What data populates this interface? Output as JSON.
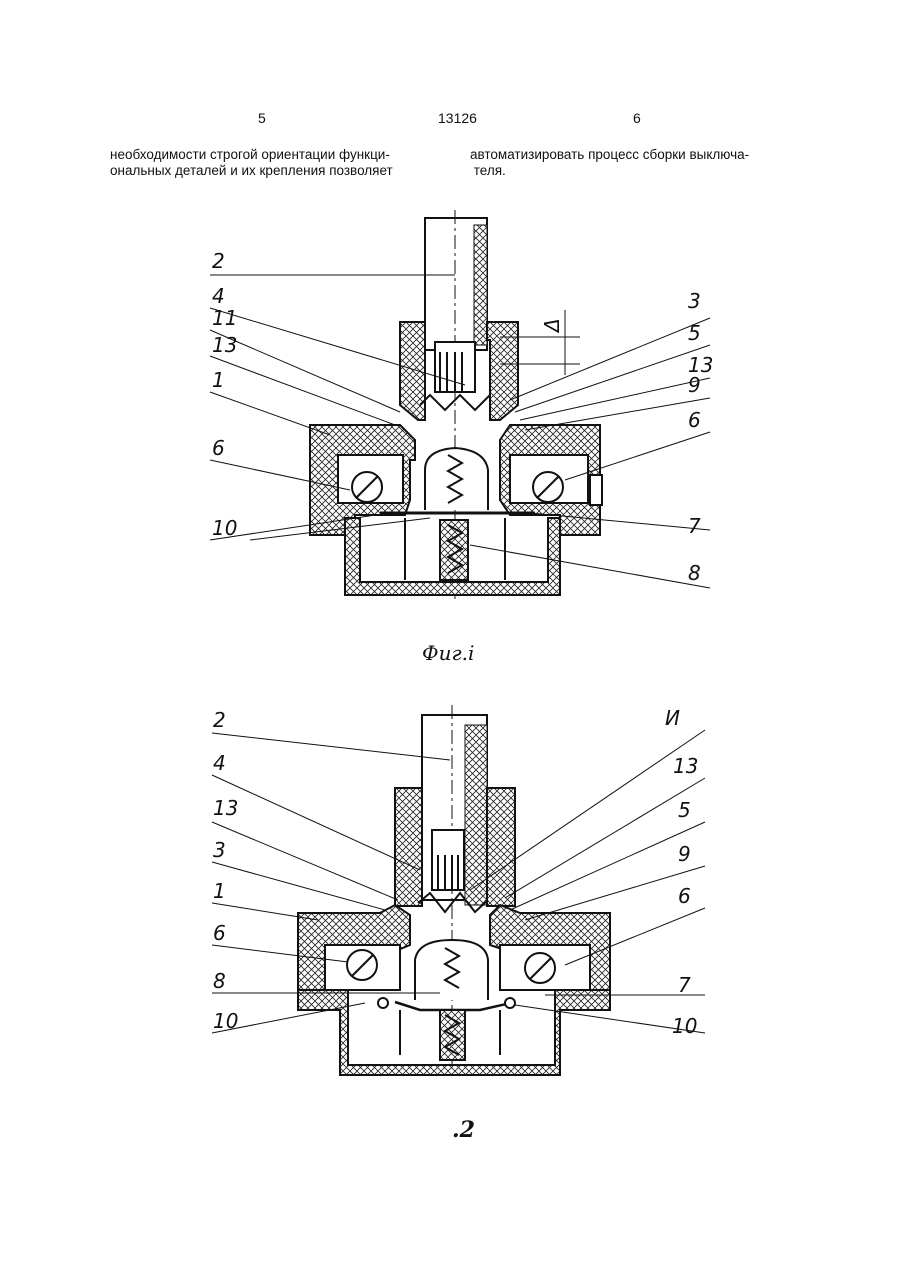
{
  "header": {
    "page_left": "5",
    "doc_number": "13126",
    "page_right": "6"
  },
  "text": {
    "left_line1": "необходимости строгой ориентации функци-",
    "left_line2": "ональных деталей и их крепления позволяет",
    "right_line1": "автоматизировать процесс сборки выключа-",
    "right_line2": " теля."
  },
  "fig1": {
    "caption": "Фиг.i",
    "dim_label": "Δ",
    "labels": {
      "l2": "2",
      "l4": "4",
      "l11": "11",
      "l13": "13",
      "l1": "1",
      "l6": "6",
      "l10": "10",
      "r3": "3",
      "r5": "5",
      "r13": "13",
      "r9": "9",
      "r6": "6",
      "r7": "7",
      "r8": "8"
    }
  },
  "fig2": {
    "caption": ".2",
    "labels": {
      "l2": "2",
      "l4": "4",
      "l13": "13",
      "l3": "3",
      "l1": "1",
      "l6": "6",
      "l8": "8",
      "l10": "10",
      "rI": "И",
      "r13": "13",
      "r5": "5",
      "r9": "9",
      "r6": "6",
      "r7": "7",
      "r10": "10"
    }
  }
}
